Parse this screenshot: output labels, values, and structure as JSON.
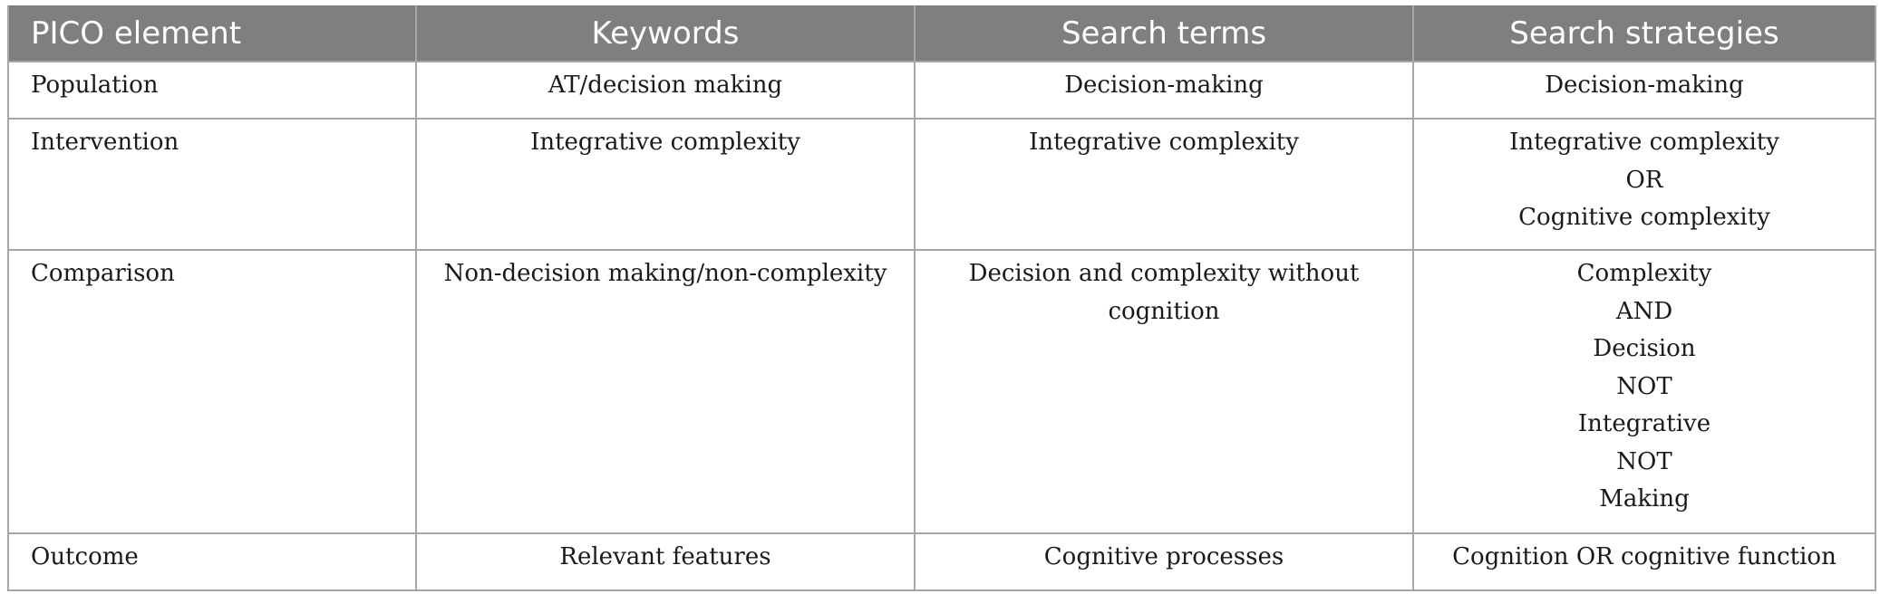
{
  "table": {
    "headers": [
      "PICO element",
      "Keywords",
      "Search terms",
      "Search strategies"
    ],
    "rows": [
      {
        "element": "Population",
        "keywords": "AT/decision making",
        "search_terms": "Decision-making",
        "search_strategies": [
          "Decision-making"
        ]
      },
      {
        "element": "Intervention",
        "keywords": "Integrative complexity",
        "search_terms": "Integrative complexity",
        "search_strategies": [
          "Integrative complexity",
          "OR",
          "Cognitive complexity"
        ]
      },
      {
        "element": "Comparison",
        "keywords": "Non-decision making/non-complexity",
        "search_terms": [
          "Decision and complexity without",
          "cognition"
        ],
        "search_strategies": [
          "Complexity",
          "AND",
          "Decision",
          "NOT",
          "Integrative",
          "NOT",
          "Making"
        ]
      },
      {
        "element": "Outcome",
        "keywords": "Relevant features",
        "search_terms": "Cognitive processes",
        "search_strategies": [
          "Cognition OR cognitive function"
        ]
      }
    ]
  },
  "colors": {
    "header_bg": "#7f7f7f",
    "header_text": "#ffffff",
    "border": "#a6a6a6"
  }
}
